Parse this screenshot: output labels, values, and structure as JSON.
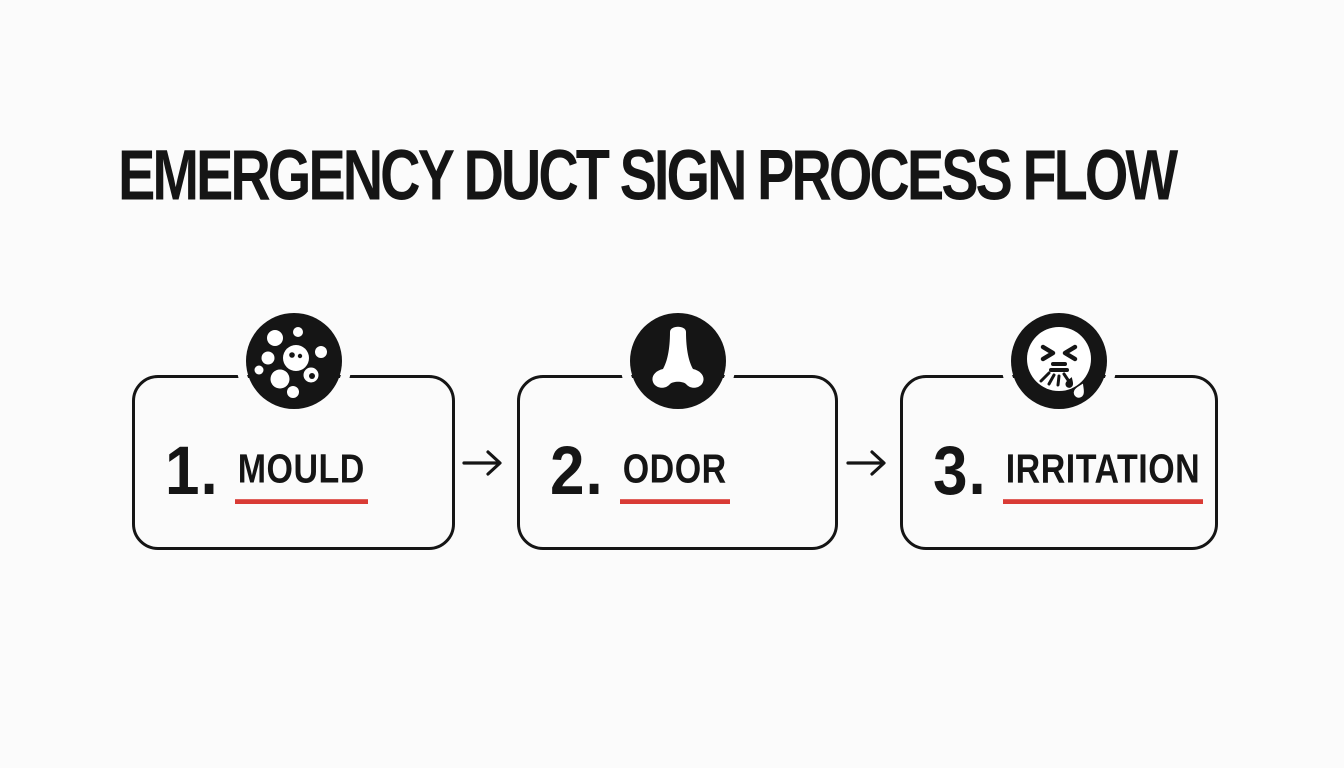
{
  "title": "EMERGENCY DUCT SIGN PROCESS FLOW",
  "colors": {
    "ink": "#151515",
    "accent_red": "#d93b35",
    "background": "#fbfbfb"
  },
  "steps": [
    {
      "number": "1.",
      "label": "MOULD",
      "icon": "mold-spores-icon"
    },
    {
      "number": "2.",
      "label": "ODOR",
      "icon": "nose-icon"
    },
    {
      "number": "3.",
      "label": "IRRITATION",
      "icon": "sneezing-face-icon"
    }
  ],
  "connectors": [
    {
      "icon": "arrow-right-icon"
    },
    {
      "icon": "arrow-right-icon"
    }
  ]
}
